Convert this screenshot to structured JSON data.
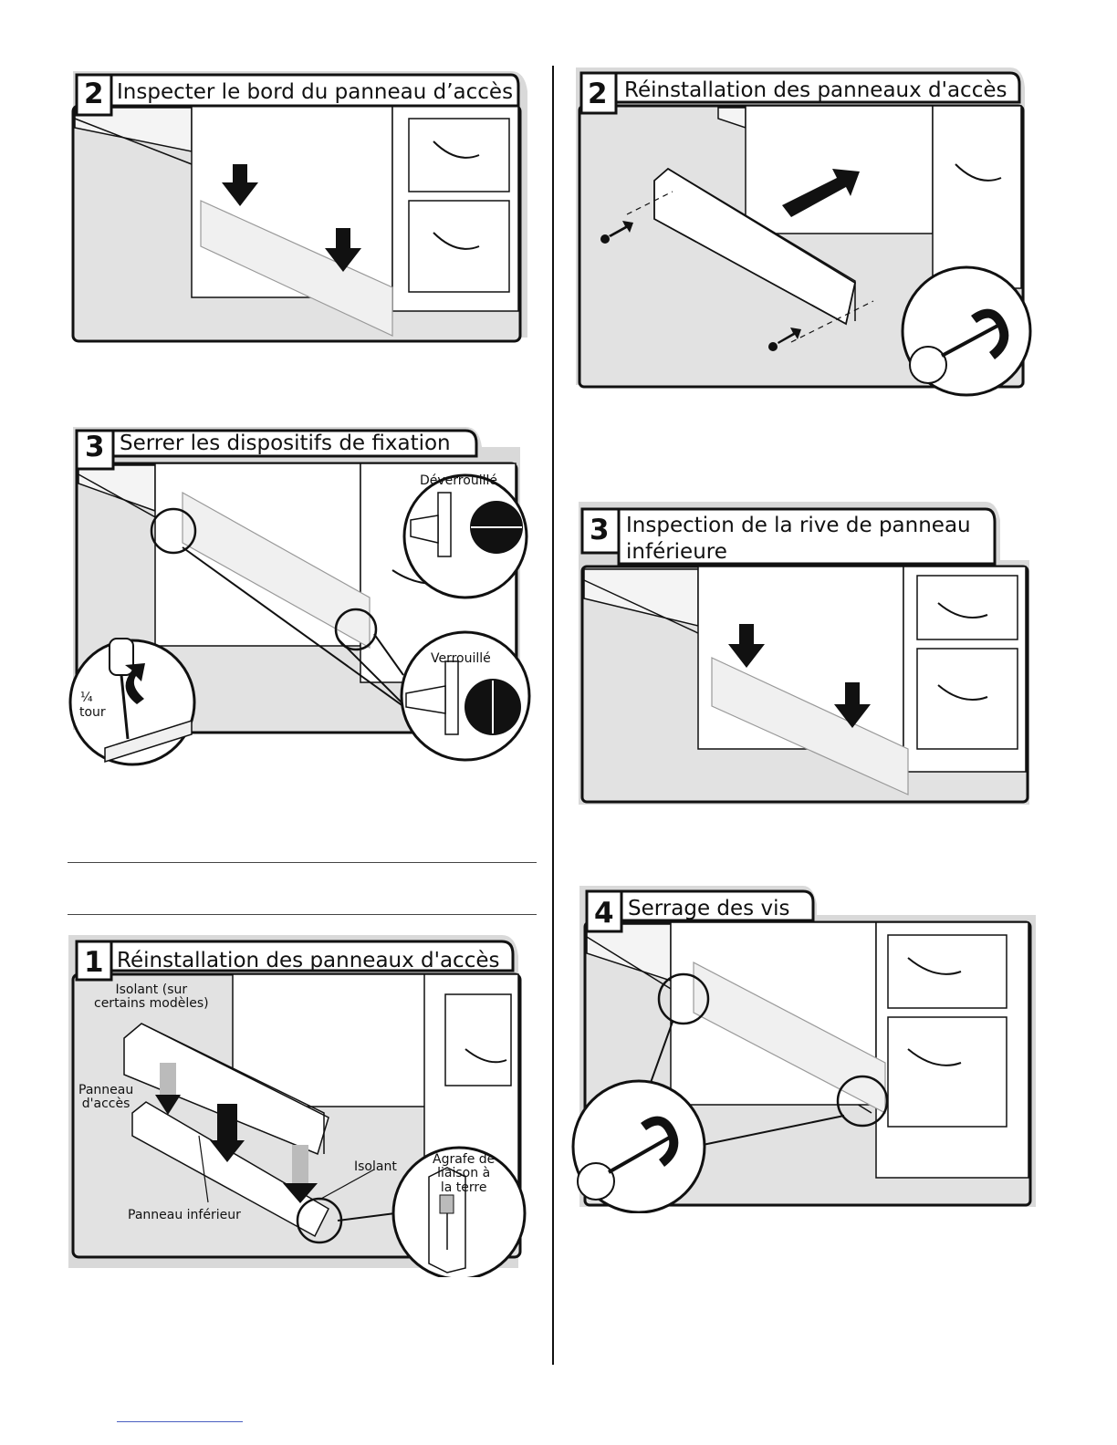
{
  "panels": {
    "left_step2": {
      "number": "2",
      "title": "Inspecter le bord du panneau d’accès"
    },
    "left_step3": {
      "number": "3",
      "title": "Serrer les dispositifs de fixation",
      "label_unlocked": "Déverrouillé",
      "label_locked": "Verrouillé",
      "label_quarter": "¼",
      "label_turn": "tour"
    },
    "left_step1": {
      "number": "1",
      "title": "Réinstallation des panneaux d'accès",
      "label_insulation_some": "Isolant (sur\ncertains modèles)",
      "label_access_panel": "Panneau\nd'accès",
      "label_insulation": "Isolant",
      "label_ground_clip": "Agrafe de\nliaison à\nla terre",
      "label_lower_panel": "Panneau inférieur"
    },
    "right_step2": {
      "number": "2",
      "title": "Réinstallation des panneaux d'accès"
    },
    "right_step3": {
      "number": "3",
      "title": "Inspection de la rive de panneau\ninférieure"
    },
    "right_step4": {
      "number": "4",
      "title": "Serrage des vis"
    }
  },
  "colors": {
    "shadow": "#d9d9d9",
    "floor": "#e2e2e2",
    "line": "#111111",
    "link": "#4a5fc1"
  }
}
